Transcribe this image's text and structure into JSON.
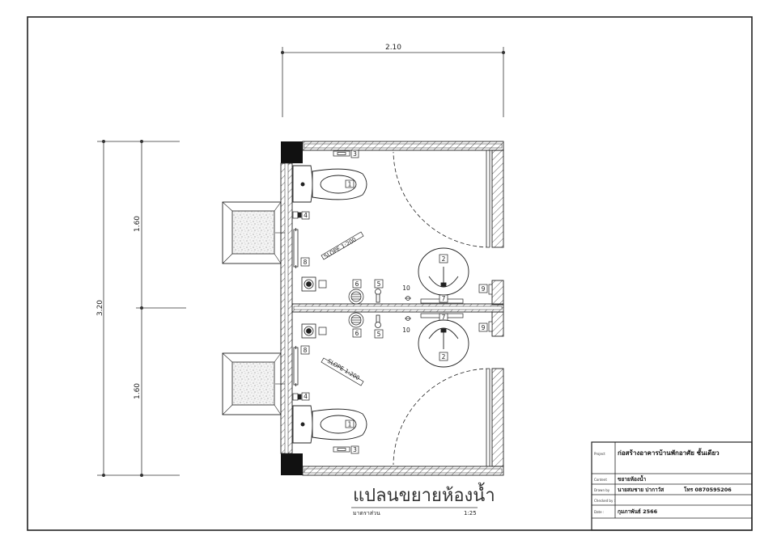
{
  "dimensions": {
    "top_width": "2.10",
    "total_height": "3.20",
    "upper_height": "1.60",
    "lower_height": "1.60"
  },
  "plan": {
    "slope_upper": "SLOPE 1:200",
    "slope_lower": "SLOPE 1:200",
    "tags": {
      "toilet": "1",
      "basin": "2",
      "hook": "3",
      "flush": "4",
      "tap": "5",
      "drain": "6",
      "mirror_rail": "7",
      "grab_bar": "8",
      "soap": "9",
      "valve": "10"
    }
  },
  "drawing_title": {
    "title": "แปลนขยายห้องน้ำ",
    "scale_label": "มาตราส่วน",
    "scale_value": "1:25"
  },
  "title_block": {
    "project_label": "Project",
    "project_value": "ก่อสร้างอาคารบ้านพักอาศัย ชั้นเดียว",
    "content_label": "Content",
    "content_value": "ขยายห้องน้ำ",
    "drawn_label": "Drawn by",
    "drawn_value": "นายสมชาย ปากาวัส",
    "phone_value": "โทร 0870595206",
    "checked_label": "Checked by :",
    "date_label": "Date :",
    "date_value": "กุมภาพันธ์ 2566"
  }
}
